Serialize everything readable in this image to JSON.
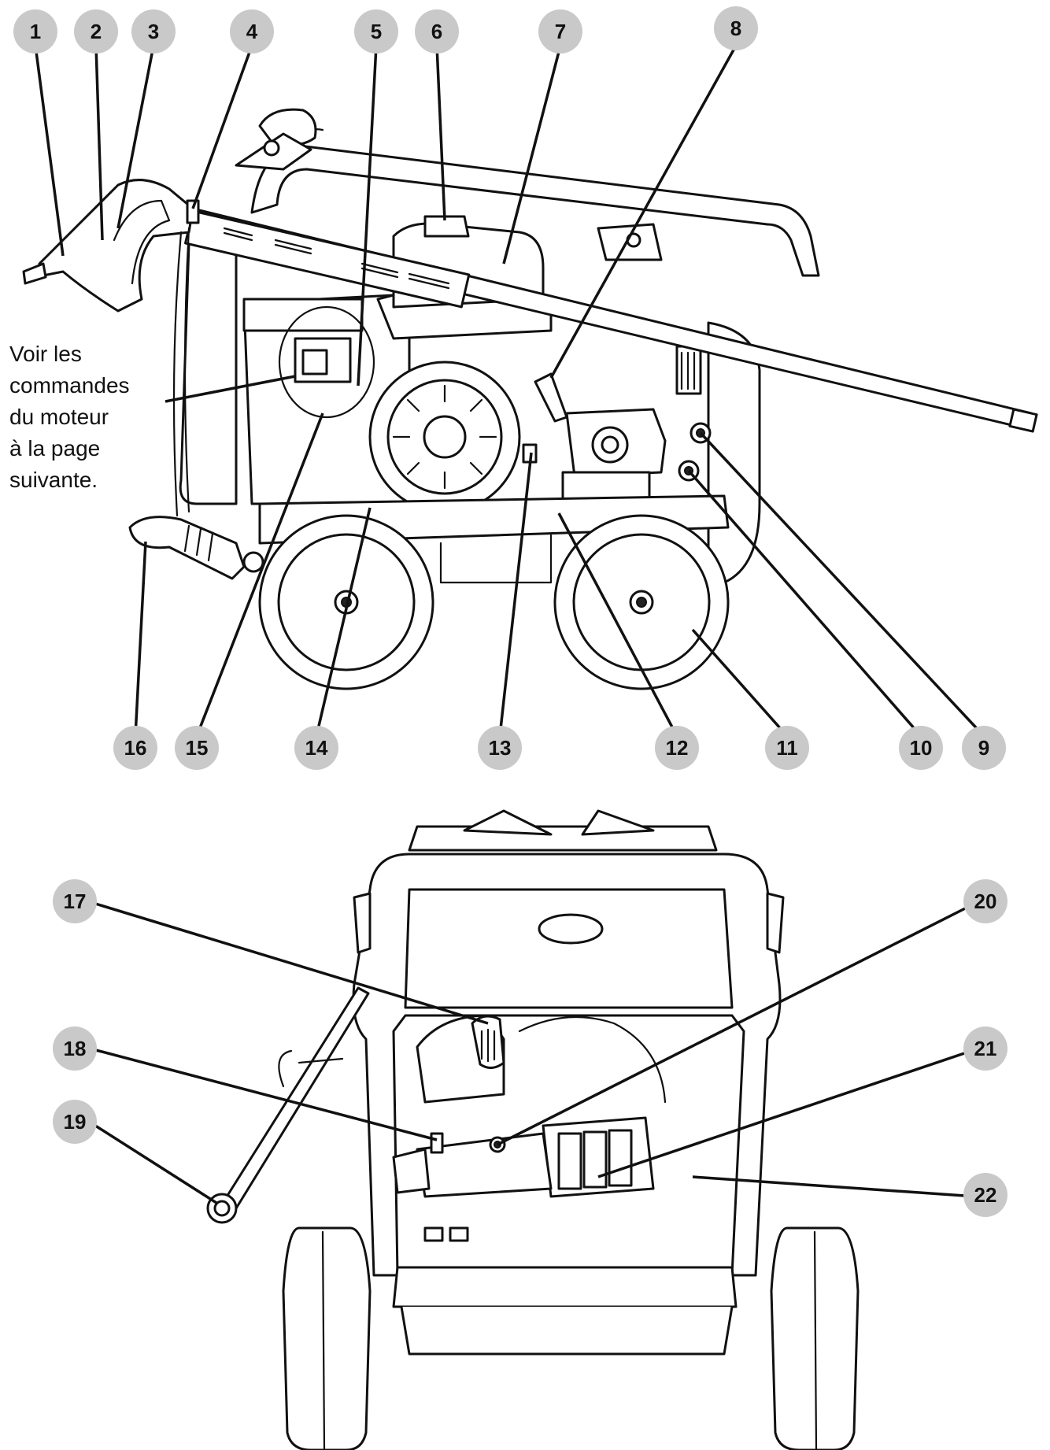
{
  "note_lines": [
    "Voir les",
    "commandes",
    "du moteur",
    "à la page",
    "suivante."
  ],
  "callouts": [
    "1",
    "2",
    "3",
    "4",
    "5",
    "6",
    "7",
    "8",
    "9",
    "10",
    "11",
    "12",
    "13",
    "14",
    "15",
    "16",
    "17",
    "18",
    "19",
    "20",
    "21",
    "22"
  ],
  "colors": {
    "badge": "#c9c9c9",
    "ink": "#111111",
    "background": "#ffffff"
  }
}
